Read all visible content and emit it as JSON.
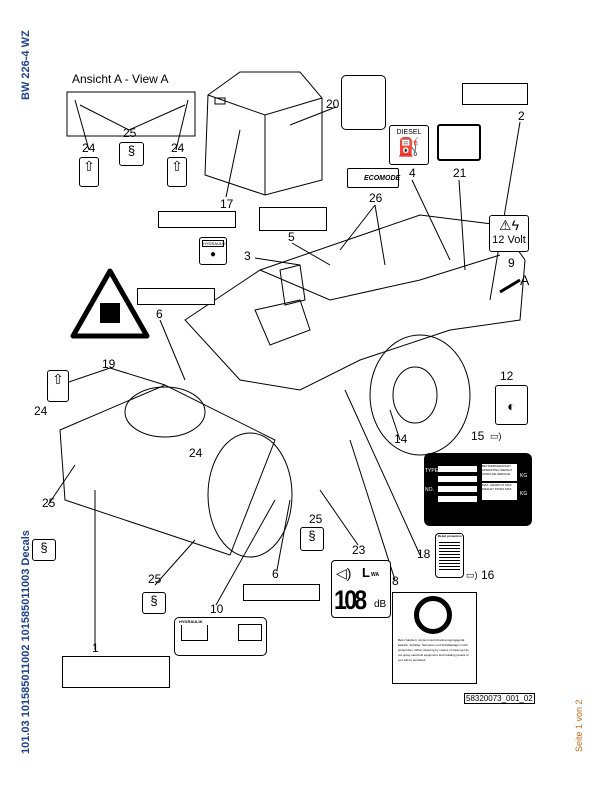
{
  "side_labels": {
    "model": "BW 226-4 WZ",
    "parts": "101.03 101585011002 101585011003 Decals",
    "page": "Seite 1 von 2"
  },
  "view_title": "Ansicht A - View A",
  "callouts": [
    "20",
    "2",
    "17",
    "5",
    "26",
    "4",
    "21",
    "3",
    "9",
    "A",
    "6",
    "19",
    "24",
    "24",
    "12",
    "15",
    "14",
    "25",
    "25",
    "23",
    "25",
    "6",
    "18",
    "16",
    "8",
    "10",
    "1",
    "24",
    "25",
    "24"
  ],
  "decals": {
    "diesel": "DIESEL",
    "hydraulik_small": "HYDRAULIK",
    "hydraulik_tank": "HYDRAULIK",
    "volt": "12 Volt",
    "ecomode": "ECOMODE",
    "noise": {
      "l": "L",
      "wa": "WA",
      "value": "108",
      "unit": "dB"
    },
    "plate": {
      "type": "TYPE",
      "no": "NO.",
      "kg1": "KG",
      "kg2": "KG",
      "operating_weight": "BETRIEBSGEWICHT OPERATING WEIGHT POIDS DE SERVICE",
      "max_weight": "MAX. GEWICHT MAX. WEIGHT POIDS MAX."
    },
    "sticker_18": "Rebel protection",
    "cleaning_text": "Beim Säubern mit dem Hochdruckreinigungsgerät Elektrik, Schalter, Sensoren und Schaltanlagen nicht einsprühen. When cleaning by means of steam jet do not spray electrical equipment and isolating panels or you will be punished."
  },
  "drawing_number": "58320073_001_02"
}
